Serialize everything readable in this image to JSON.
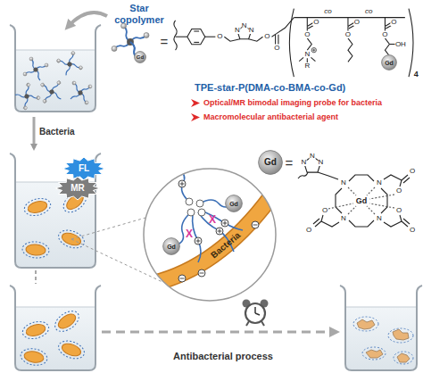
{
  "diagram": {
    "nodes": [
      {
        "text": [
          "Gd"
        ]
      },
      {
        "text": [
          "Gd"
        ]
      },
      {
        "text": [
          "Gd"
        ]
      },
      {
        "text": [
          "FL"
        ]
      },
      {
        "text": [
          "MR"
        ]
      },
      {
        "text": [
          "Bacteria"
        ]
      },
      {
        "text": [
          "Gd"
        ],
        "in": 5
      },
      {
        "text": [
          "Gd"
        ],
        "in": 5
      }
    ],
    "labels": [
      "Star copolymer",
      "TPE-star-P(DMA-co-BMA-co-Gd)",
      "4",
      "Optical/MR bimodal imaging probe for bacteria",
      "Macromolecular antibacterial agent",
      "=",
      "Bacteria",
      "X",
      "X",
      "=",
      "Antibacterial process",
      "N",
      "N",
      "N",
      "O",
      "O",
      "O",
      "co",
      "co",
      "O",
      "O",
      "N",
      "R",
      "O",
      "O",
      "O",
      "O",
      "OH",
      "Gd",
      "N",
      "N",
      "N",
      "N",
      "N",
      "N",
      "N",
      "O",
      "O",
      "O",
      "O",
      "O",
      "O"
    ]
  }
}
